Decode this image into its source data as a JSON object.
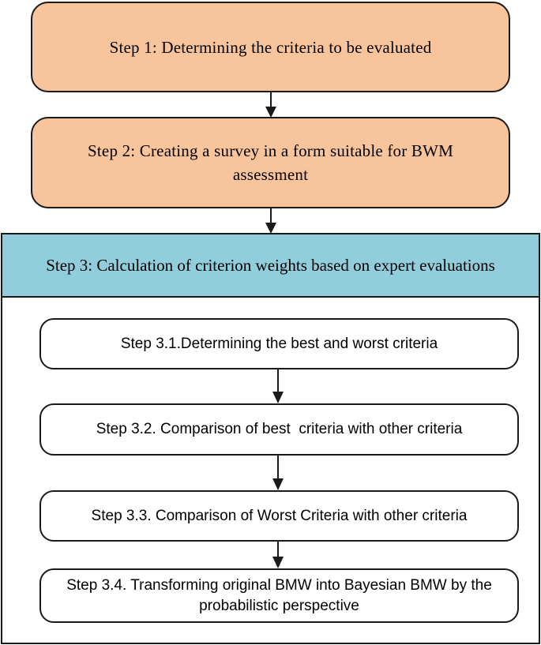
{
  "steps": {
    "step1": "Step 1: Determining the criteria to be evaluated",
    "step2": "Step 2: Creating a survey in a form suitable for BWM assessment",
    "step3": "Step 3: Calculation of criterion weights based on expert evaluations",
    "step3_1": "Step 3.1.Determining the best and worst criteria",
    "step3_2": "Step 3.2. Comparison of best  criteria with other criteria",
    "step3_3": "Step 3.3. Comparison of Worst Criteria with other criteria",
    "step3_4": "Step 3.4. Transforming original BMW into Bayesian BMW by the probabilistic perspective"
  },
  "colors": {
    "main_step_fill": "#f8c49c",
    "step3_header_fill": "#92cddc",
    "sub_step_fill": "#ffffff",
    "stroke": "#1a1a1a"
  }
}
